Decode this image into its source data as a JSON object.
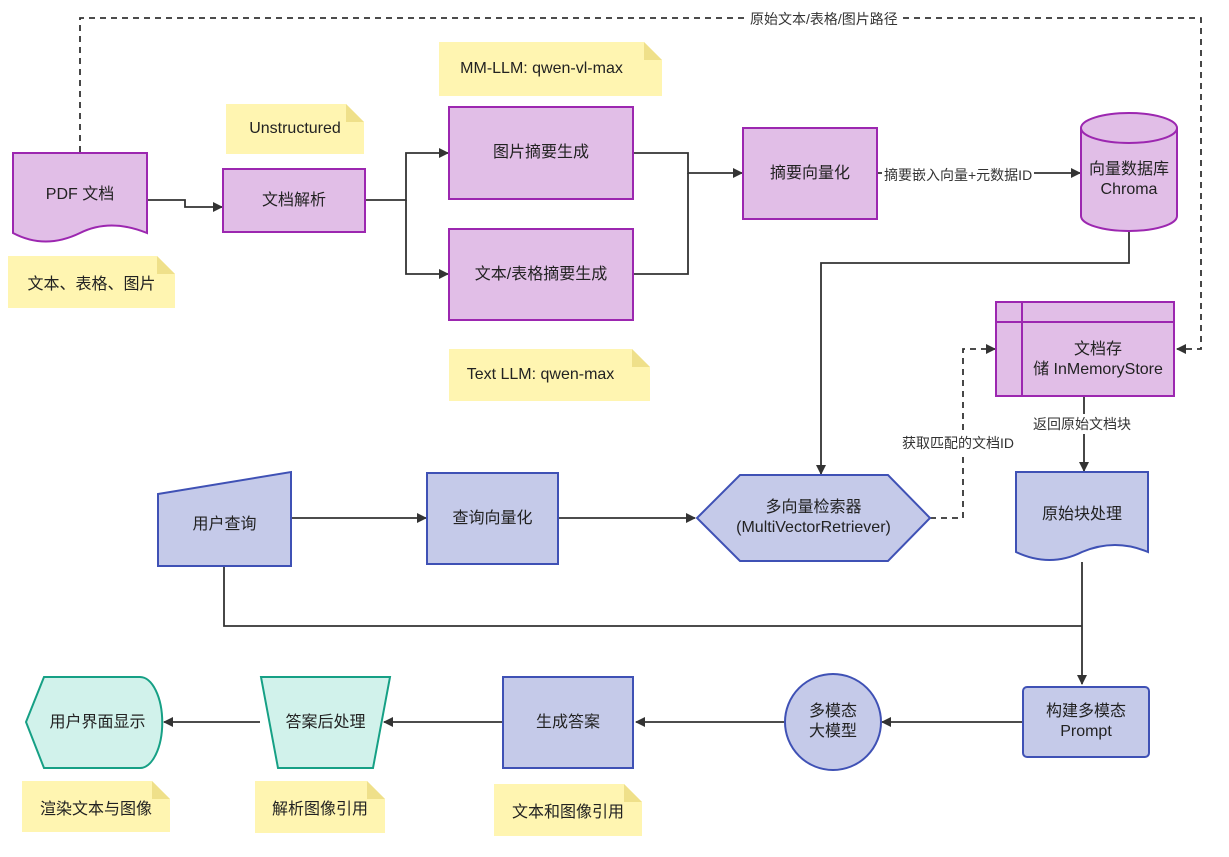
{
  "nodes": {
    "pdf": "PDF 文档",
    "parse": "文档解析",
    "img_summary": "图片摘要生成",
    "text_summary": "文本/表格摘要生成",
    "embed": "摘要向量化",
    "vectordb_line1": "向量数据库",
    "vectordb_line2": "Chroma",
    "docstore_line1": "文档存",
    "docstore_line2": "储 InMemoryStore",
    "user_query": "用户查询",
    "query_embed": "查询向量化",
    "retriever_line1": "多向量检索器",
    "retriever_line2": "(MultiVectorRetriever)",
    "raw_process": "原始块处理",
    "build_prompt_line1": "构建多模态",
    "build_prompt_line2": "Prompt",
    "mm_model_line1": "多模态",
    "mm_model_line2": "大模型",
    "gen_answer": "生成答案",
    "post_process": "答案后处理",
    "ui_display": "用户界面显示"
  },
  "notes": {
    "mm_llm": "MM-LLM: qwen-vl-max",
    "unstructured": "Unstructured",
    "text_types": "文本、表格、图片",
    "text_llm": "Text LLM: qwen-max",
    "render": "渲染文本与图像",
    "parse_refs": "解析图像引用",
    "text_image_refs": "文本和图像引用"
  },
  "edge_labels": {
    "raw_path": "原始文本/表格/图片路径",
    "embed_meta": "摘要嵌入向量+元数据ID",
    "return_raw": "返回原始文档块",
    "fetch_id": "获取匹配的文档ID"
  },
  "colors": {
    "purple_fill": "#e1bee7",
    "purple_stroke": "#9c27b0",
    "blue_fill": "#c5cae9",
    "blue_stroke": "#3f51b5",
    "teal_fill": "#d1f2eb",
    "teal_stroke": "#16a085",
    "note_fill": "#fff5b1",
    "line": "#333333"
  }
}
